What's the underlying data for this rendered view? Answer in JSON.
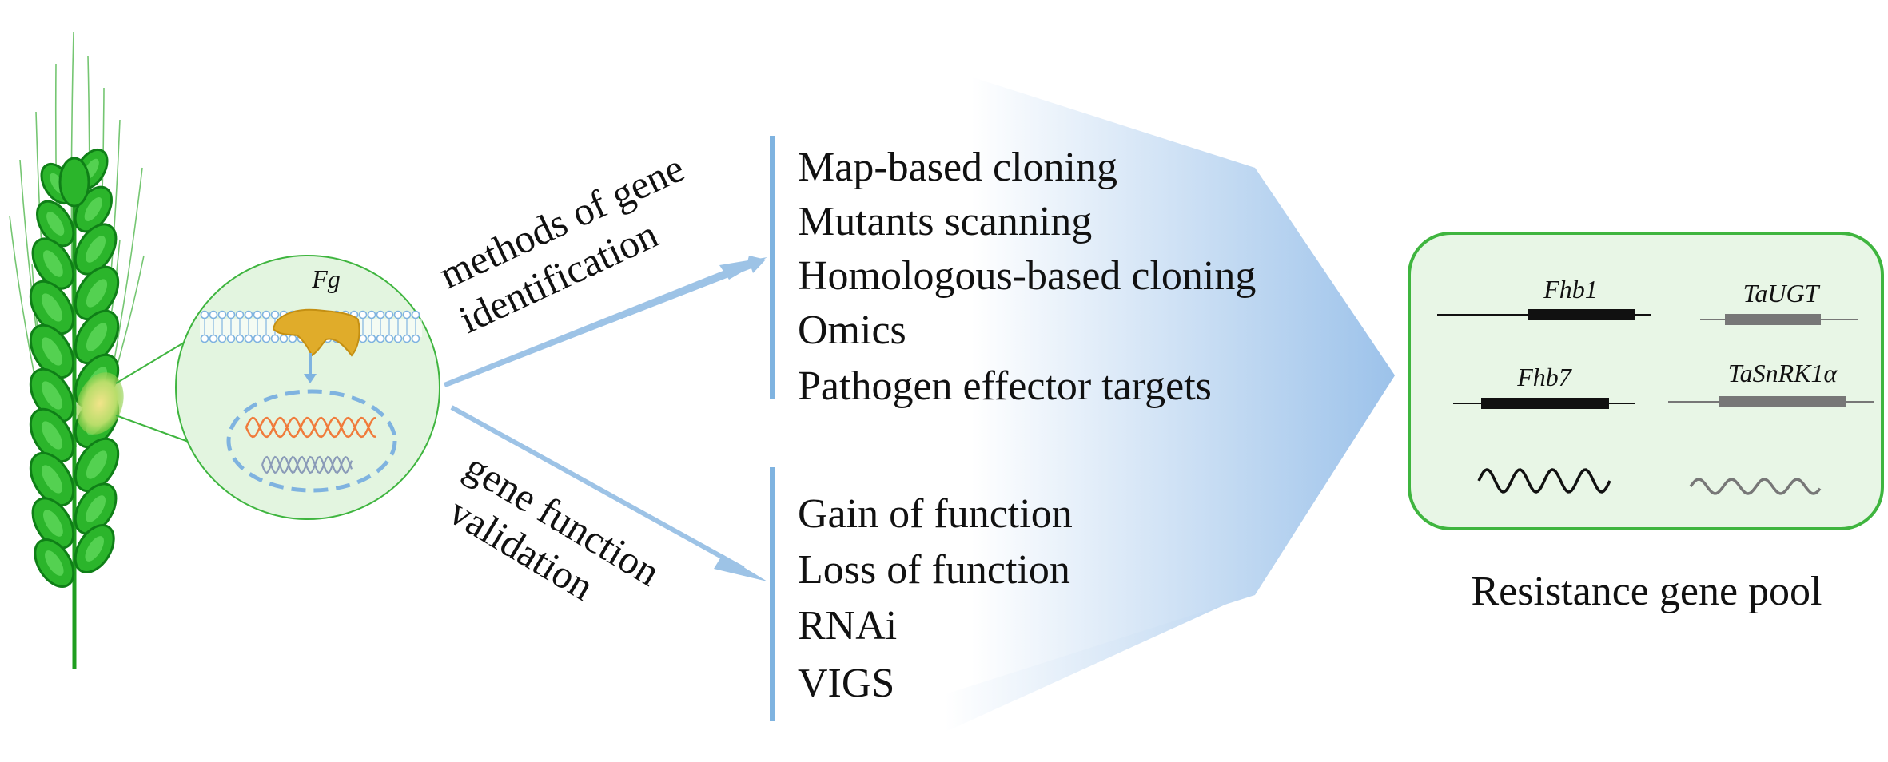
{
  "cell": {
    "pathogen_label": "Fg"
  },
  "arrows": {
    "identification_label": [
      "methods of gene",
      "identification"
    ],
    "validation_label": [
      "gene function",
      "validation"
    ]
  },
  "identification_methods": [
    "Map-based cloning",
    "Mutants scanning",
    "Homologous-based cloning",
    "Omics",
    "Pathogen effector targets"
  ],
  "validation_methods": [
    "Gain of function",
    "Loss of function",
    "RNAi",
    "VIGS"
  ],
  "gene_pool": {
    "title": "Resistance gene pool",
    "genes": [
      "Fhb1",
      "TaUGT",
      "Fhb7",
      "TaSnRK1α"
    ]
  },
  "colors": {
    "wheat_green": "#1f9e1f",
    "leaf_green": "#2bb52b",
    "cell_fill": "#e3f5e0",
    "arrow_blue": "#9dc3e6",
    "membrane_blue": "#7fb3e0",
    "protein_gold": "#e0ac2a",
    "dna_orange": "#f07b3b",
    "dna_gray": "#8a9bb8",
    "box_border": "#3fb53f",
    "box_fill": "#e8f6e6"
  }
}
